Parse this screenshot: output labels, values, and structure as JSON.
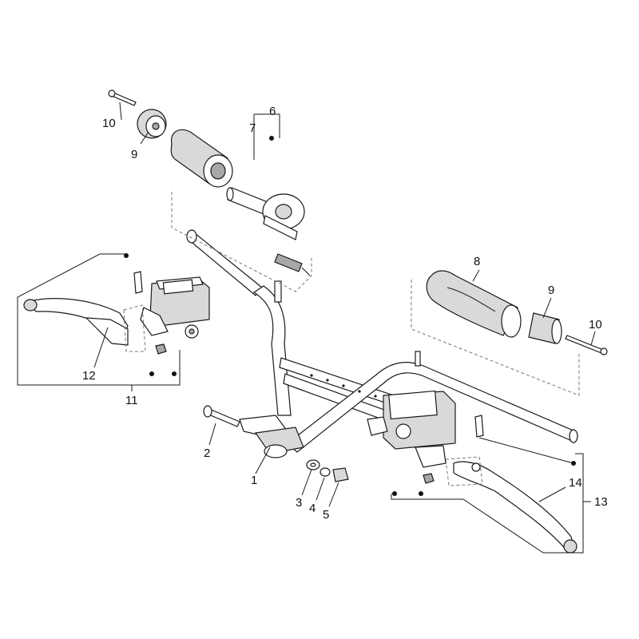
{
  "diagram": {
    "callouts": [
      {
        "id": "c1",
        "text": "1"
      },
      {
        "id": "c2",
        "text": "2"
      },
      {
        "id": "c3",
        "text": "3"
      },
      {
        "id": "c4",
        "text": "4"
      },
      {
        "id": "c5",
        "text": "5"
      },
      {
        "id": "c6",
        "text": "6"
      },
      {
        "id": "c7",
        "text": "7"
      },
      {
        "id": "c8",
        "text": "8"
      },
      {
        "id": "c9a",
        "text": "9"
      },
      {
        "id": "c9b",
        "text": "9"
      },
      {
        "id": "c10a",
        "text": "10"
      },
      {
        "id": "c10b",
        "text": "10"
      },
      {
        "id": "c11",
        "text": "11"
      },
      {
        "id": "c12",
        "text": "12"
      },
      {
        "id": "c13",
        "text": "13"
      },
      {
        "id": "c14",
        "text": "14"
      }
    ]
  }
}
